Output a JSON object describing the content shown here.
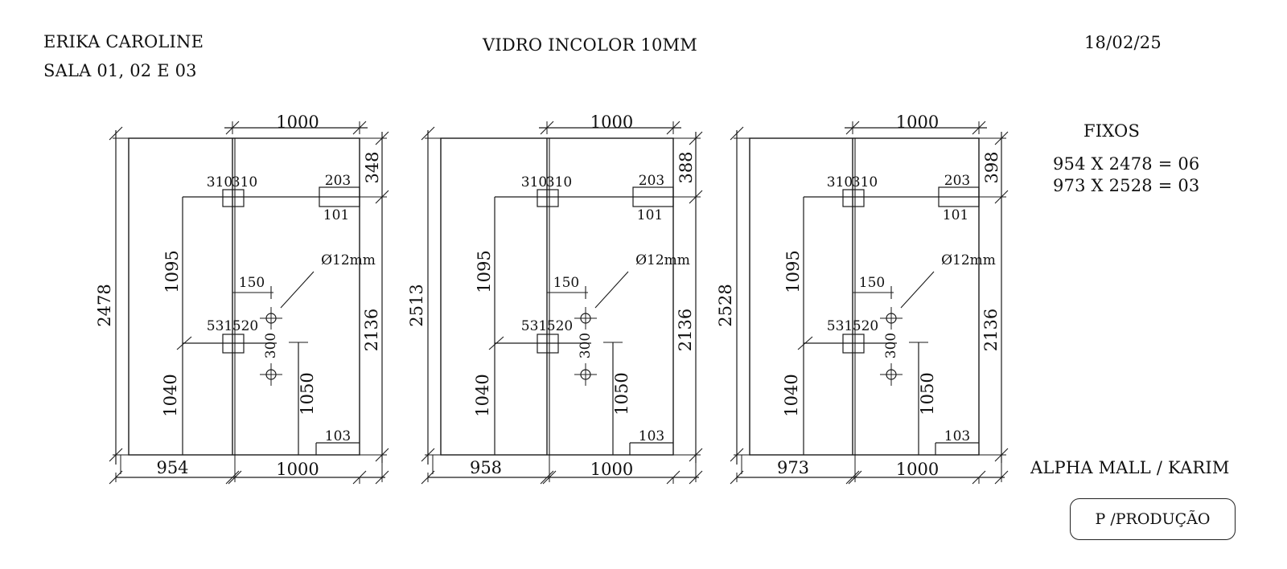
{
  "header": {
    "client": "ERIKA   CAROLINE",
    "room": "SALA 01, 02 E 03",
    "material": "VIDRO INCOLOR 10MM",
    "date": "18/02/25"
  },
  "summary": {
    "title": "FIXOS",
    "items": [
      "954 X 2478 = 06",
      "973 X 2528 = 03"
    ]
  },
  "footer": {
    "client_ref": "ALPHA MALL / KARIM",
    "stamp": "P /PRODUÇÃO"
  },
  "panels": [
    {
      "top_width": "1000",
      "total_height": "2478",
      "top_gap": "348",
      "door_height": "2136",
      "fixed_width": "954",
      "door_width": "1000",
      "hinge_left": "310",
      "hinge_right": "310",
      "patch_width": "203",
      "patch_height": "101",
      "left_upper": "1095",
      "left_lower": "1040",
      "pivot_left": "531",
      "pivot_right": "520",
      "handle_offset": "150",
      "handle_spacing": "300",
      "handle_height": "1050",
      "lock": "103",
      "hole": "Ø12mm"
    },
    {
      "top_width": "1000",
      "total_height": "2513",
      "top_gap": "388",
      "door_height": "2136",
      "fixed_width": "958",
      "door_width": "1000",
      "hinge_left": "310",
      "hinge_right": "310",
      "patch_width": "203",
      "patch_height": "101",
      "left_upper": "1095",
      "left_lower": "1040",
      "pivot_left": "531",
      "pivot_right": "520",
      "handle_offset": "150",
      "handle_spacing": "300",
      "handle_height": "1050",
      "lock": "103",
      "hole": "Ø12mm"
    },
    {
      "top_width": "1000",
      "total_height": "2528",
      "top_gap": "398",
      "door_height": "2136",
      "fixed_width": "973",
      "door_width": "1000",
      "hinge_left": "310",
      "hinge_right": "310",
      "patch_width": "203",
      "patch_height": "101",
      "left_upper": "1095",
      "left_lower": "1040",
      "pivot_left": "531",
      "pivot_right": "520",
      "handle_offset": "150",
      "handle_spacing": "300",
      "handle_height": "1050",
      "lock": "103",
      "hole": "Ø12mm"
    }
  ]
}
